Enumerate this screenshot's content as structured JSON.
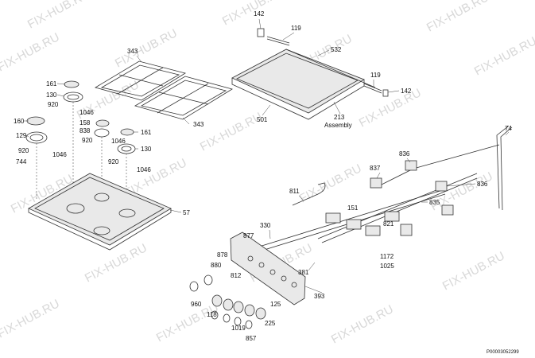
{
  "labels": {
    "l142a": "142",
    "l119a": "119",
    "l532": "532",
    "l343a": "343",
    "l161a": "161",
    "l130a": "130",
    "l920a": "920",
    "l1046a": "1046",
    "l119b": "119",
    "l142b": "142",
    "l501": "501",
    "l213": "213",
    "l213b": "Assembly",
    "l160": "160",
    "l158": "158",
    "l838": "838",
    "l920b": "920",
    "l1046b": "1046",
    "l161b": "161",
    "l343b": "343",
    "l129": "129",
    "l920c": "920",
    "l1046c": "1046",
    "l744": "744",
    "l130b": "130",
    "l920d": "920",
    "l1046d": "1046",
    "l74": "74",
    "l836a": "836",
    "l837": "837",
    "l836b": "836",
    "l811": "811",
    "l151": "151",
    "l835": "835",
    "l57": "57",
    "l330": "330",
    "l877": "877",
    "l821": "821",
    "l878": "878",
    "l880": "880",
    "l812": "812",
    "l1172": "1172",
    "l1025": "1025",
    "l381": "381",
    "l393": "393",
    "l960": "960",
    "l125": "125",
    "l118": "118",
    "l225": "225",
    "l1019": "1019",
    "l857": "857"
  },
  "watermark": "FIX-HUB.RU",
  "footer_code": "P00003052299"
}
